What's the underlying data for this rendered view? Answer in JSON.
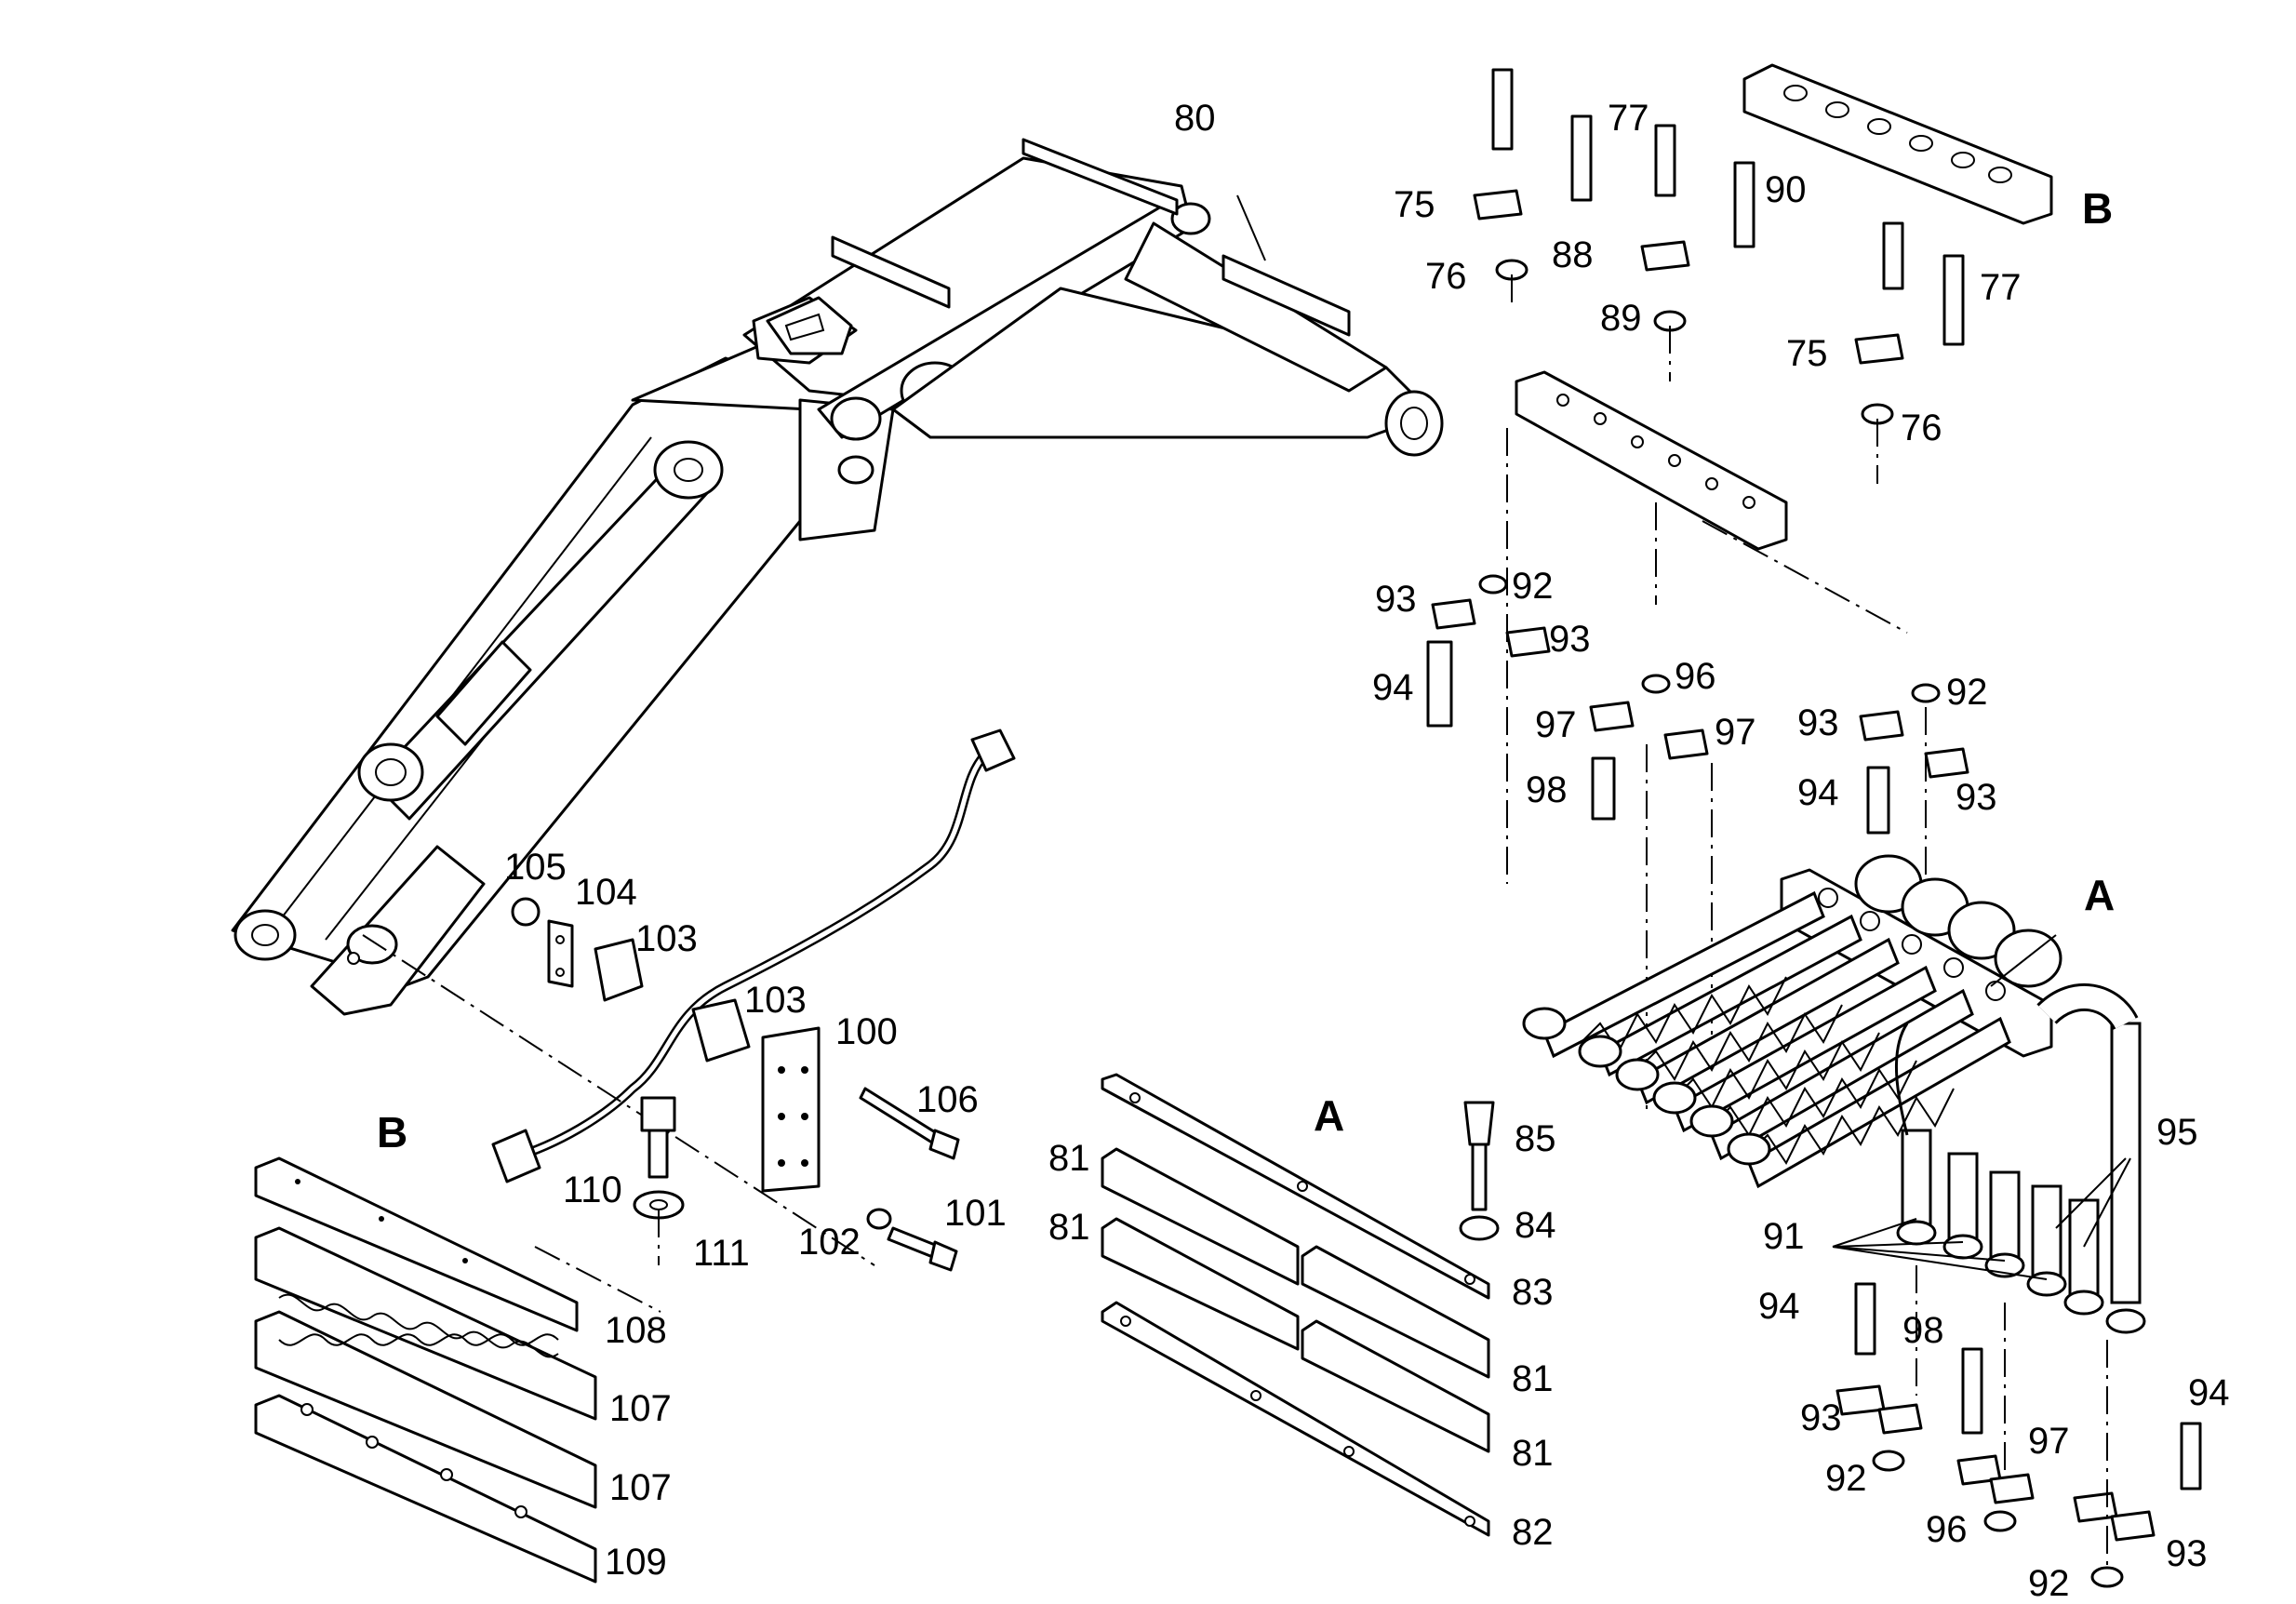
{
  "labels": {
    "n80": "80",
    "n77a": "77",
    "n75a": "75",
    "n76a": "76",
    "n88": "88",
    "n90": "90",
    "n89": "89",
    "n77b": "77",
    "n75b": "75",
    "n76b": "76",
    "b_top": "B",
    "a_top": "A",
    "n93a": "93",
    "n92a": "92",
    "n93b": "93",
    "n94a": "94",
    "n96a": "96",
    "n97a": "97",
    "n97b": "97",
    "n98a": "98",
    "n93c": "93",
    "n92b": "92",
    "n94b": "94",
    "n93d": "93",
    "n105": "105",
    "n104": "104",
    "n103a": "103",
    "n103b": "103",
    "n100": "100",
    "n106": "106",
    "n101": "101",
    "n102": "102",
    "n110": "110",
    "n111": "111",
    "b_bottom": "B",
    "n108": "108",
    "n107a": "107",
    "n107b": "107",
    "n109": "109",
    "a_bottom": "A",
    "n81a": "81",
    "n81b": "81",
    "n85": "85",
    "n84": "84",
    "n83": "83",
    "n81c": "81",
    "n81d": "81",
    "n82": "82",
    "n95": "95",
    "n91": "91",
    "n94c": "94",
    "n98b": "98",
    "n93e": "93",
    "n92c": "92",
    "n97c": "97",
    "n96b": "96",
    "n94d": "94",
    "n93f": "93",
    "n92d": "92"
  }
}
